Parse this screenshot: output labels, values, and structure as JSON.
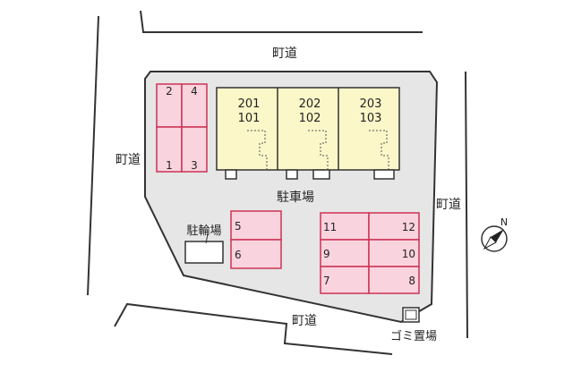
{
  "roads": {
    "top": "町道",
    "left": "町道",
    "right": "町道",
    "bottom": "町道"
  },
  "parking_label": "駐車場",
  "bike_parking_label": "駐輪場",
  "garbage_label": "ゴミ置場",
  "compass_label": "N",
  "buildings": [
    {
      "upper": "201",
      "lower": "101"
    },
    {
      "upper": "202",
      "lower": "102"
    },
    {
      "upper": "203",
      "lower": "103"
    }
  ],
  "left_spaces": [
    "2",
    "4",
    "1",
    "3"
  ],
  "middle_spaces": [
    "5",
    "6"
  ],
  "right_spaces": [
    "11",
    "12",
    "9",
    "10",
    "7",
    "8"
  ],
  "colors": {
    "lot": "#e6e6e6",
    "building": "#fbf7c9",
    "parking_space": "#f9d3de",
    "parking_border": "#cc3355",
    "outline": "#333333"
  }
}
